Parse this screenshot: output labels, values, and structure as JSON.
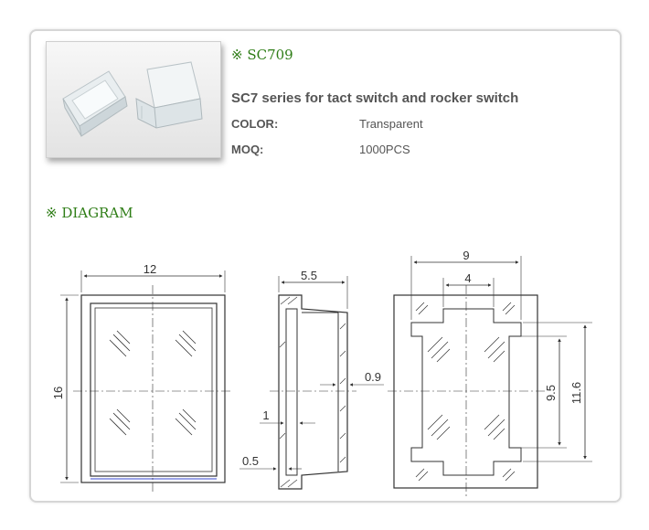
{
  "product": {
    "code": "※ SC709",
    "subtitle": "SC7 series for tact switch and rocker switch",
    "specs": [
      {
        "label": "COLOR:",
        "value": "Transparent"
      },
      {
        "label": "MOQ:",
        "value": "1000PCS"
      }
    ]
  },
  "diagram": {
    "heading": "※ DIAGRAM",
    "front": {
      "width": "12",
      "height": "16"
    },
    "side": {
      "depth": "5.5",
      "wall": "0.9",
      "lip": "1",
      "flange": "0.5"
    },
    "back": {
      "outer": "9",
      "inner": "4",
      "window": "9.5",
      "overall": "11.6"
    }
  },
  "colors": {
    "accent": "#2e7d16",
    "text": "#555555",
    "border": "#d6d6d6"
  }
}
